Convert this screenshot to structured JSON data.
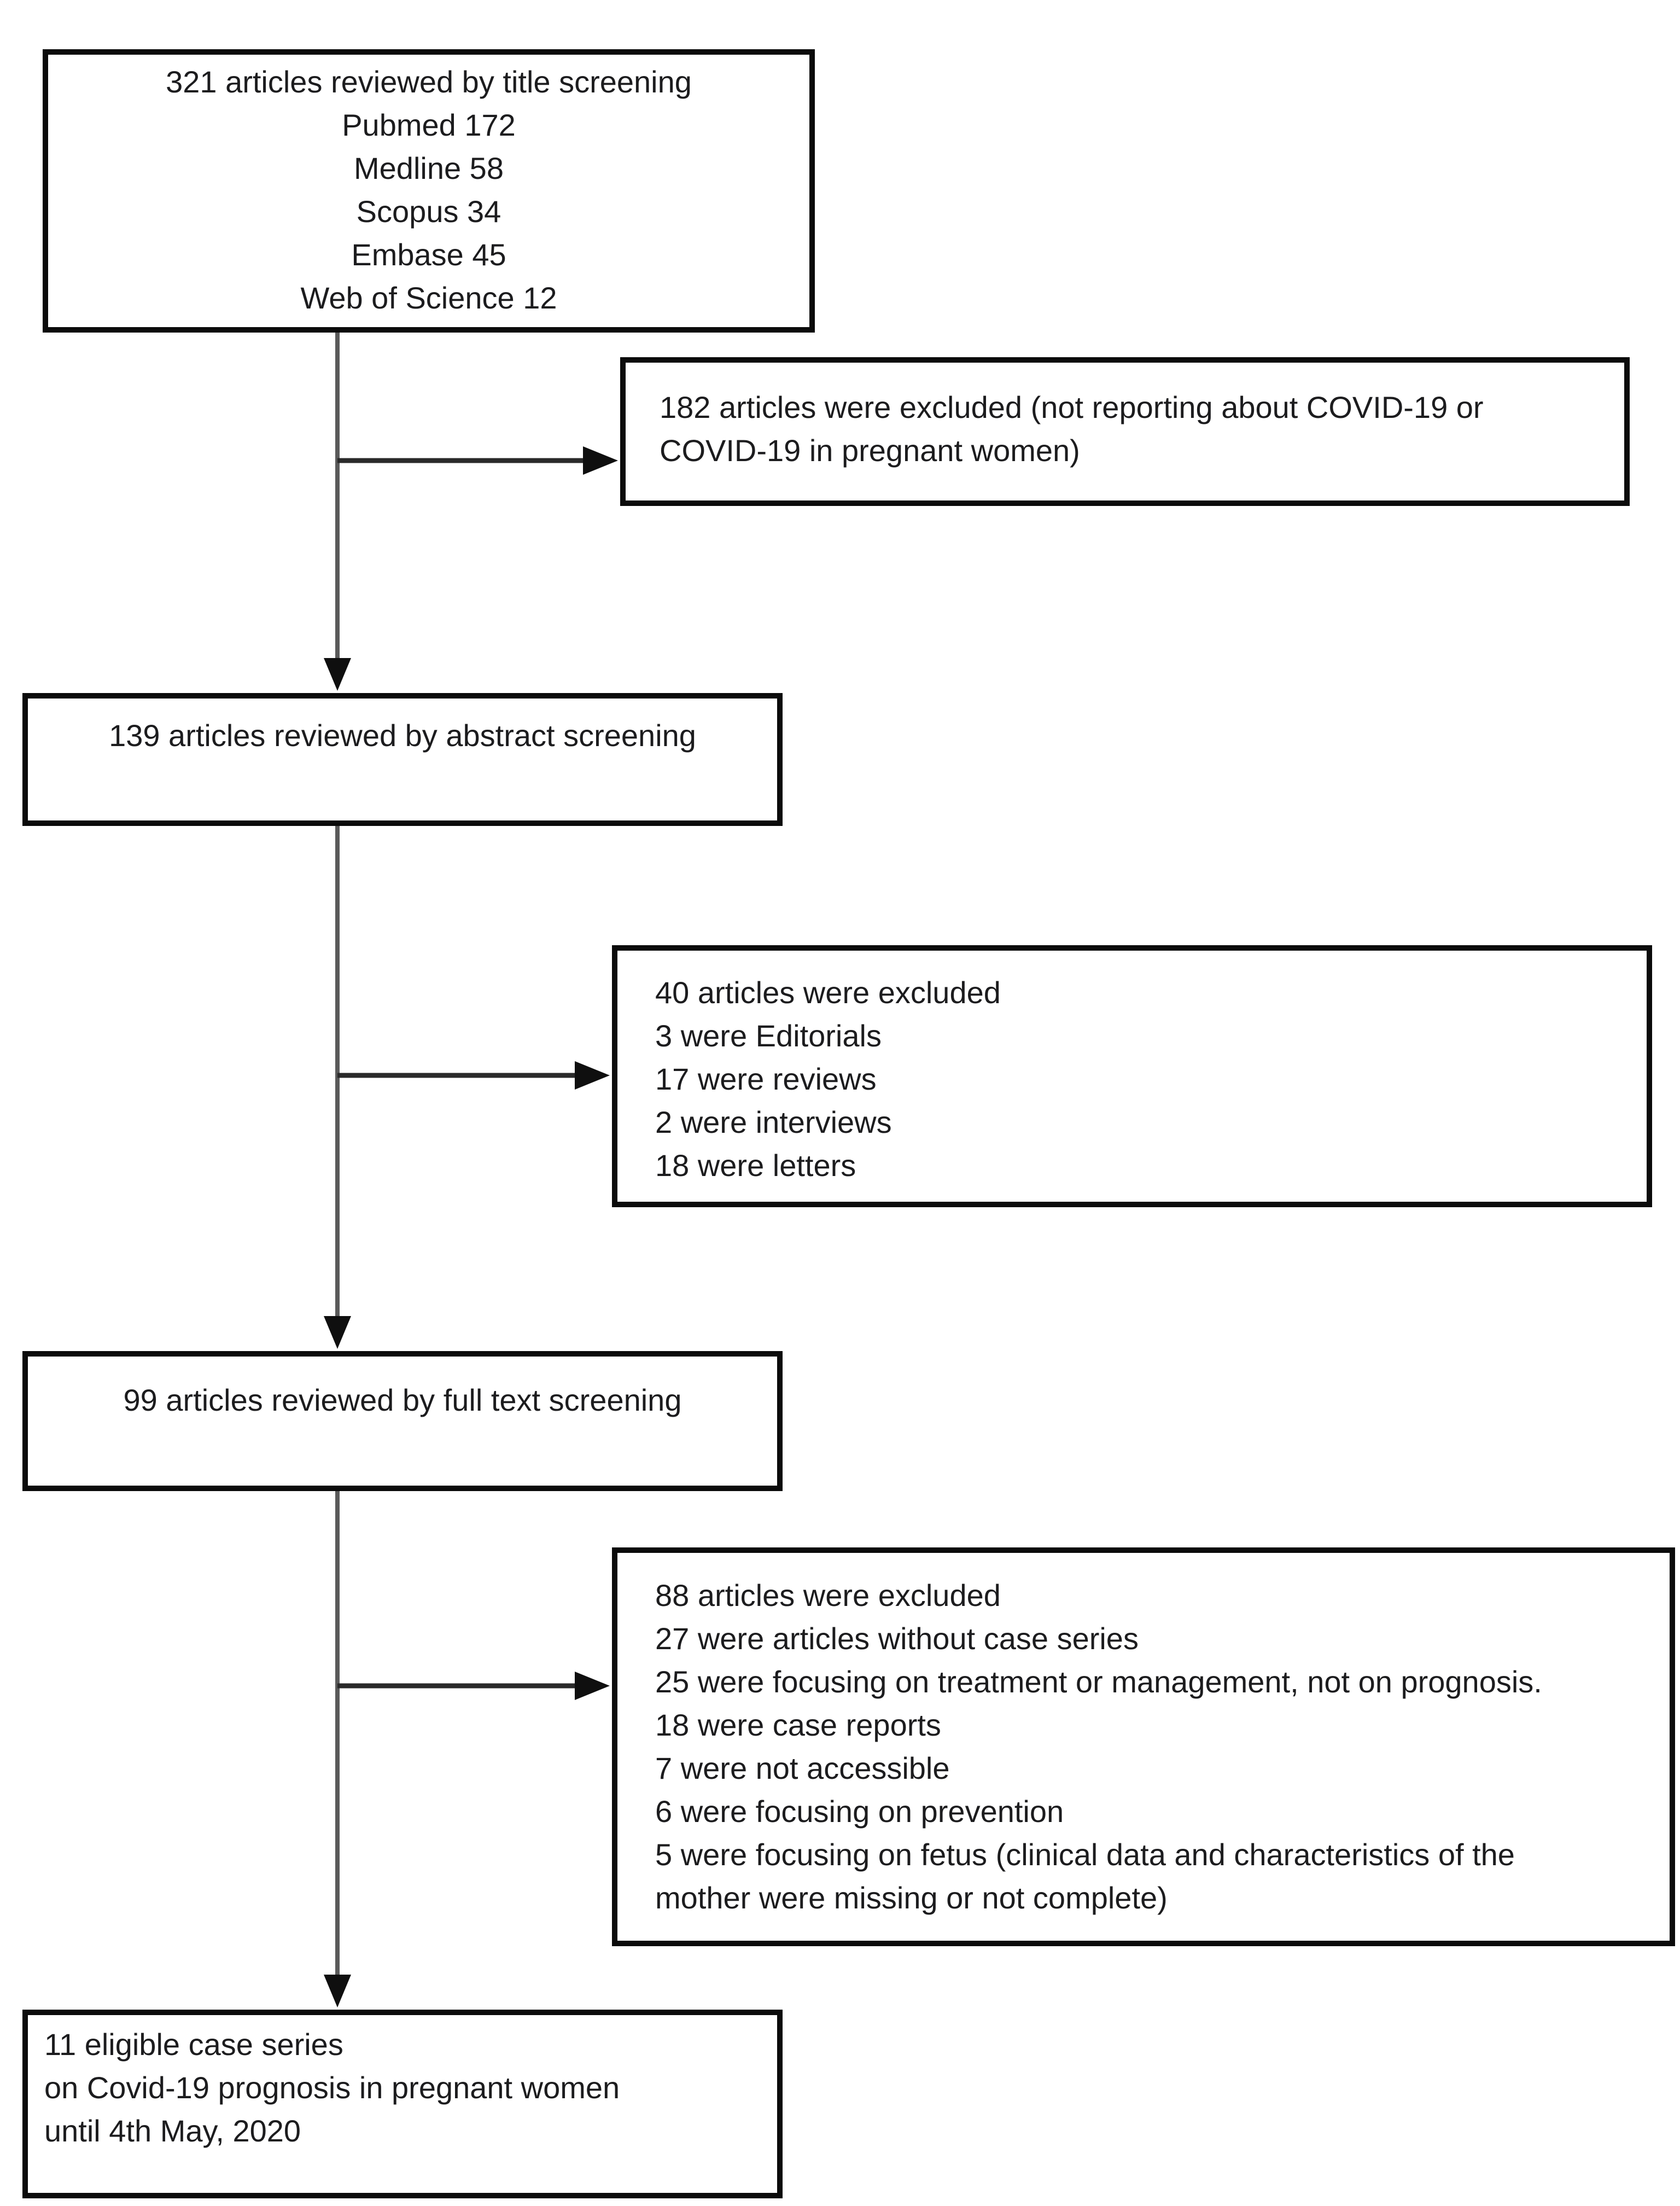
{
  "figure": {
    "type": "prisma-flowchart",
    "colors": {
      "background": "#ffffff",
      "box_border": "#0b0b0b",
      "text": "#1c1c1e",
      "connector_vertical": "#5a5a5a",
      "connector_horizontal": "#2a2a2a",
      "arrowhead": "#0f0f0f"
    }
  },
  "flow": {
    "title_box": {
      "lines": [
        "321 articles reviewed by title screening",
        "Pubmed 172",
        "Medline 58",
        "Scopus 34",
        "Embase 45",
        "Web of Science 12"
      ]
    },
    "excluded_title": {
      "lines": [
        "182 articles were excluded (not reporting about COVID-19 or",
        "COVID-19 in pregnant women)"
      ]
    },
    "abstract_box": {
      "lines": [
        "139 articles reviewed by abstract screening"
      ]
    },
    "excluded_abstract": {
      "lines": [
        "40 articles were excluded",
        "3 were Editorials",
        "17 were reviews",
        "2 were interviews",
        "18 were letters"
      ]
    },
    "fulltext_box": {
      "lines": [
        "99 articles reviewed by full text screening"
      ]
    },
    "excluded_fulltext": {
      "lines": [
        "88 articles were excluded",
        "27 were articles without case series",
        "25 were focusing on treatment or management, not on prognosis.",
        "18 were case reports",
        "7 were not accessible",
        "6 were focusing on prevention",
        "5 were focusing on fetus (clinical data and characteristics of the",
        "mother were missing or not complete)"
      ]
    },
    "eligible_box": {
      "lines": [
        "11 eligible case series",
        "on Covid-19 prognosis in pregnant women",
        "until 4th May, 2020"
      ]
    }
  }
}
